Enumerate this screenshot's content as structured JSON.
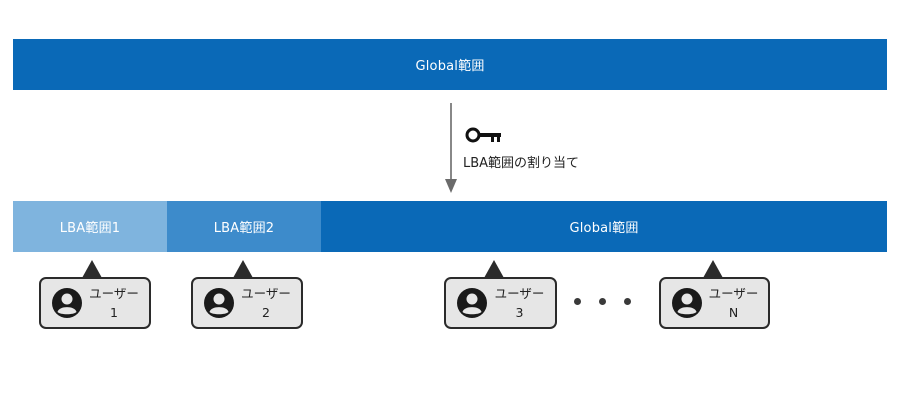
{
  "top_bar": {
    "label": "Global範囲"
  },
  "assignment": {
    "label": "LBA範囲の割り当て",
    "icon": "key-icon"
  },
  "segments": [
    {
      "label": "LBA範囲1",
      "color": "#7fb4de"
    },
    {
      "label": "LBA範囲2",
      "color": "#3d8bcb"
    },
    {
      "label": "Global範囲",
      "color": "#0a69b7"
    }
  ],
  "users": [
    {
      "title": "ユーザー",
      "id": "1"
    },
    {
      "title": "ユーザー",
      "id": "2"
    },
    {
      "title": "ユーザー",
      "id": "3"
    },
    {
      "title": "ユーザー",
      "id": "N"
    }
  ],
  "colors": {
    "primary_blue": "#0a69b7",
    "light_blue": "#7fb4de",
    "mid_blue": "#3d8bcb",
    "card_bg": "#e6e6e6"
  }
}
